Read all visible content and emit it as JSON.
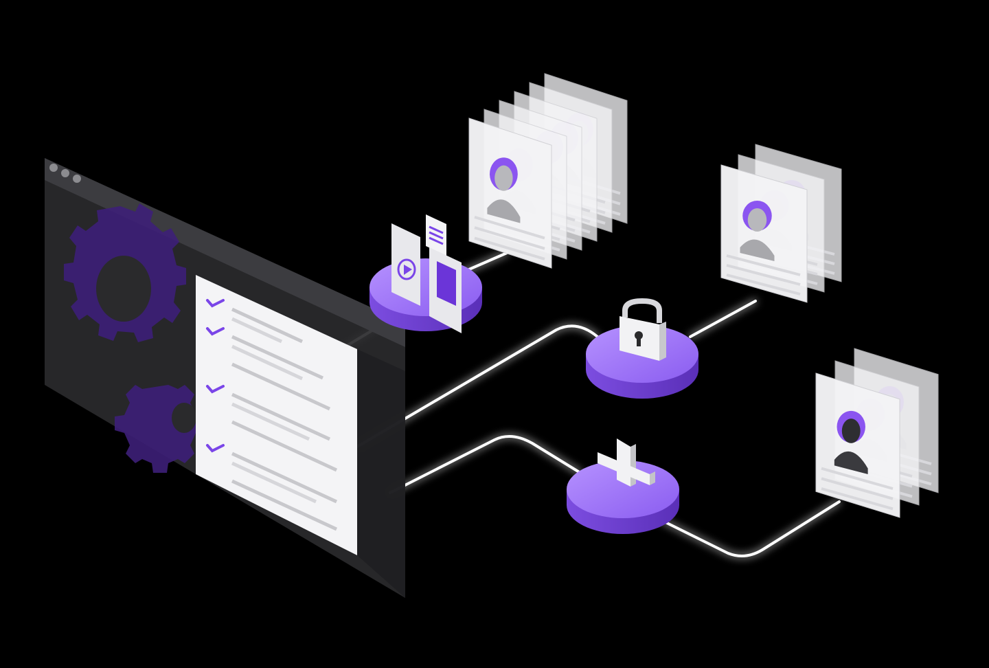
{
  "colors": {
    "background": "#000000",
    "accent": "#9b6cf0",
    "accent_dark": "#6b3fc8",
    "accent_side": "#7d4fe0",
    "panel": "#2a2a2c",
    "panel_gear": "#3a1f6e",
    "card": "#f2f2f4",
    "line": "#ffffff"
  },
  "browser_window": {
    "title_dots": 3,
    "checklist_items": [
      {
        "checked": true
      },
      {
        "checked": true
      },
      {
        "checked": false
      },
      {
        "checked": true
      },
      {
        "checked": false
      },
      {
        "checked": true
      },
      {
        "checked": false
      }
    ]
  },
  "nodes": [
    {
      "name": "media-node",
      "icon": "media-files-icon"
    },
    {
      "name": "lock-node",
      "icon": "lock-icon"
    },
    {
      "name": "blocked-node",
      "icon": "x-mark-icon"
    }
  ],
  "profile_stacks": [
    {
      "name": "profile-stack-top",
      "card_count": 6
    },
    {
      "name": "profile-stack-middle",
      "card_count": 3
    },
    {
      "name": "profile-stack-bottom",
      "card_count": 3
    }
  ]
}
